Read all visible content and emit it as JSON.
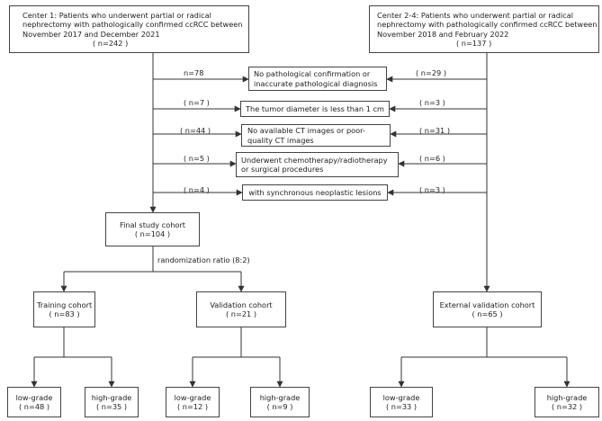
{
  "center1": {
    "lines": [
      "Center 1: Patients who underwent partial or radical",
      "nephrectomy with pathologically confirmed ccRCC between",
      "November 2017 and December 2021"
    ],
    "n": "( n=242 )"
  },
  "center2": {
    "lines": [
      "Center 2-4: Patients who underwent partial or radical",
      "nephrectomy with pathologically confirmed ccRCC between",
      "November 2018 and February 2022"
    ],
    "n": "( n=137 )"
  },
  "exclusions": [
    {
      "lines": [
        "No pathological confirmation or",
        "inaccurate pathological diagnosis"
      ],
      "left_n": "n=78",
      "right_n": "( n=29 )"
    },
    {
      "lines": [
        "The tumor diameter is less than 1 cm"
      ],
      "left_n": "( n=7 )",
      "right_n": "( n=3 )"
    },
    {
      "lines": [
        "No available CT images or poor-",
        "quality CT images"
      ],
      "left_n": "( n=44 )",
      "right_n": "( n=31 )"
    },
    {
      "lines": [
        "Underwent chemotherapy/radiotherapy",
        "or surgical procedures"
      ],
      "left_n": "( n=5 )",
      "right_n": "( n=6 )"
    },
    {
      "lines": [
        "with synchronous neoplastic lesions"
      ],
      "left_n": "( n=4 )",
      "right_n": "( n=3 )"
    }
  ],
  "final": {
    "title": "Final study cohort",
    "n": "( n=104 )"
  },
  "randomization": "randomization ratio (8:2)",
  "training": {
    "title": "Training cohort",
    "n": "( n=83 )"
  },
  "validation": {
    "title": "Validation cohort",
    "n": "( n=21 )"
  },
  "external": {
    "title": "External validation cohort",
    "n": "( n=65 )"
  },
  "grades": [
    {
      "title": "low-grade",
      "n": "( n=48 )"
    },
    {
      "title": "high-grade",
      "n": "( n=35 )"
    },
    {
      "title": "low-grade",
      "n": "( n=12 )"
    },
    {
      "title": "high-grade",
      "n": "( n=9 )"
    },
    {
      "title": "low-grade",
      "n": "( n=33 )"
    },
    {
      "title": "high-grade",
      "n": "( n=32 )"
    }
  ]
}
